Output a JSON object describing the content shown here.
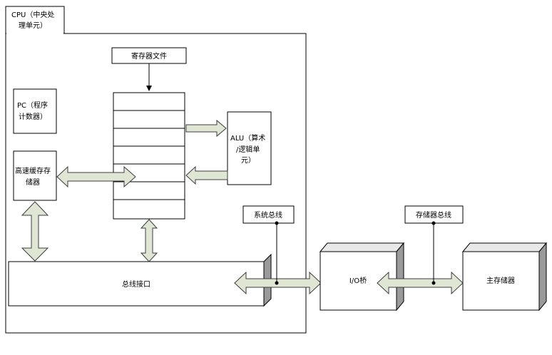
{
  "cpu": {
    "label_line1": "CPU（中央处",
    "label_line2": "理单元）"
  },
  "register_file": {
    "label": "寄存器文件"
  },
  "pc": {
    "label_line1": "PC（程序",
    "label_line2": "计数器）"
  },
  "alu": {
    "label_line1": "ALU（算术",
    "label_line2": "/逻辑单",
    "label_line3": "元）"
  },
  "cache": {
    "label_line1": "高速缓存存",
    "label_line2": "储器"
  },
  "bus_interface": {
    "label": "总线接口"
  },
  "system_bus": {
    "label": "系统总线"
  },
  "memory_bus": {
    "label": "存储器总线"
  },
  "io_bridge": {
    "label": "I/O桥"
  },
  "main_memory": {
    "label": "主存储器"
  },
  "colors": {
    "arrow_fill": "#dfe6d3",
    "block_side": "#9a9a9a",
    "block_top": "#e8e8e8"
  }
}
